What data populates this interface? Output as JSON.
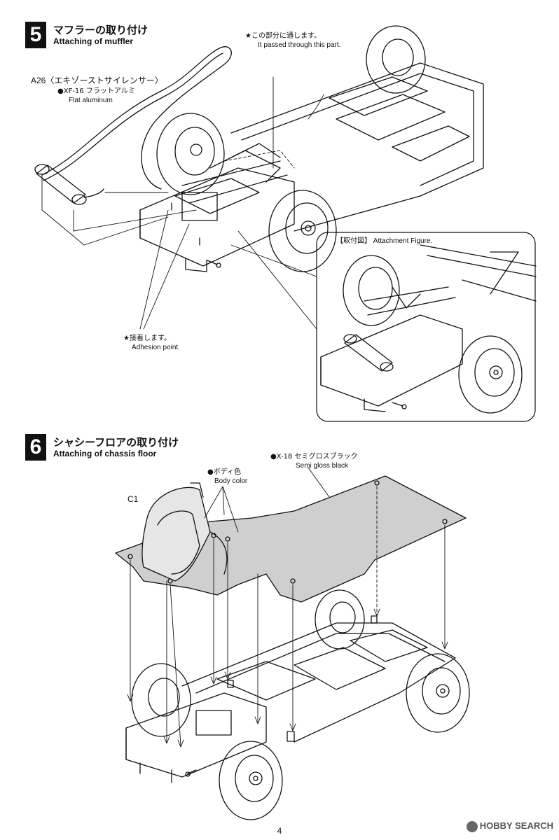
{
  "steps": [
    {
      "number": "5",
      "title_jp": "マフラーの取り付け",
      "title_en": "Attaching of muffler",
      "part": {
        "code": "A26〈エキゾーストサイレンサー〉",
        "color_jp": "●XF-16 フラットアルミ",
        "color_en": "Flat aluminum"
      },
      "notes": [
        {
          "jp": "★この部分に通します。",
          "en": "It passed through this part."
        },
        {
          "jp": "★接着します。",
          "en": "Adhesion point."
        }
      ],
      "inset_caption": "【取付図】 Attachment Figure."
    },
    {
      "number": "6",
      "title_jp": "シャシーフロアの取り付け",
      "title_en": "Attaching of chassis floor",
      "part_label": "C1",
      "notes": [
        {
          "jp": "●ボディ色",
          "en": "Body color"
        },
        {
          "jp": "●X-18 セミグロスブラック",
          "en": "Semi gloss black"
        }
      ]
    }
  ],
  "footer": {
    "page_number": "4",
    "watermark": "HOBBY SEARCH"
  }
}
